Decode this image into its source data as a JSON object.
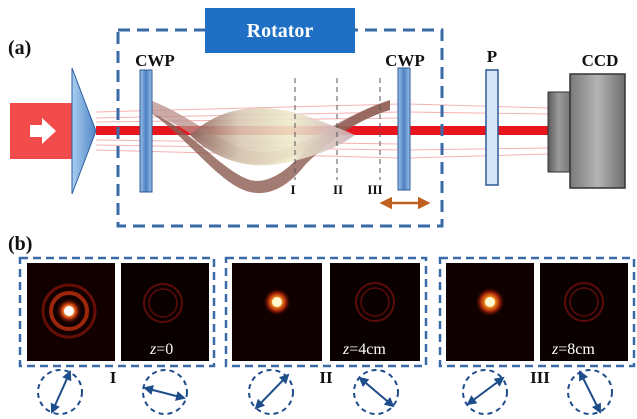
{
  "panel_a": {
    "label": "(a)",
    "rotator_label": "Rotator",
    "cwp_left_label": "CWP",
    "cwp_right_label": "CWP",
    "polarizer_label": "P",
    "ccd_label": "CCD",
    "planes": [
      "I",
      "II",
      "III"
    ],
    "input_arrow_icon": "right-arrow-icon"
  },
  "panel_b": {
    "label": "(b)",
    "groups": [
      {
        "plane": "I",
        "z_var": "z",
        "z_value": "=0",
        "pol_left": "arrow-up-right",
        "pol_right": "arrow-left-up-right"
      },
      {
        "plane": "II",
        "z_var": "z",
        "z_value": "=4cm",
        "pol_left": "arrow-up-right",
        "pol_right": "arrow-down-right"
      },
      {
        "plane": "III",
        "z_var": "z",
        "z_value": "=8cm",
        "pol_left": "arrow-up-right",
        "pol_right": "arrow-vertical"
      }
    ]
  },
  "colors": {
    "beam_red": "#e8141e",
    "beam_faint": "#f4a5a5",
    "rotator_blue": "#1f6fc4",
    "dash_blue": "#3a6aa8",
    "wave_plate": "#6fa0d8",
    "lens": "#7fb0e0",
    "translate_arrow": "#c06020",
    "pol_arrow": "#1e4d8c"
  }
}
